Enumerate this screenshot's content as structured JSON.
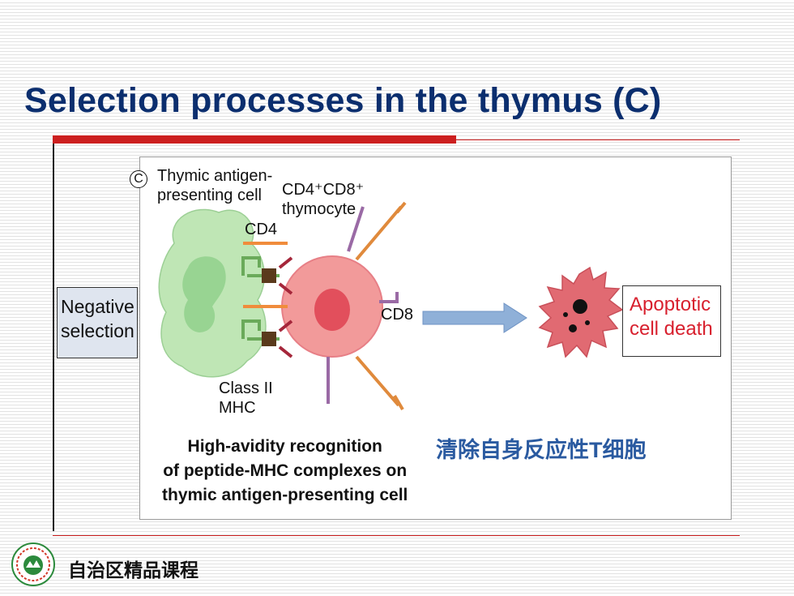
{
  "slide": {
    "title": "Selection processes in the thymus (C)",
    "footer": "自治区精品课程"
  },
  "diagram": {
    "panel_letter": "C",
    "apc_label": "Thymic antigen-\npresenting cell",
    "thymocyte_label_line1": "CD4⁺CD8⁺",
    "thymocyte_label_line2": "thymocyte",
    "cd4_label": "CD4",
    "cd8_label": "CD8",
    "mhc_label": "Class II\nMHC",
    "negative_selection_label": "Negative\nselection",
    "outcome_label": "Apoptotic\ncell death",
    "caption": "High-avidity recognition\nof peptide-MHC complexes on\nthymic antigen-presenting cell",
    "chinese_note": "清除自身反应性T细胞",
    "colors": {
      "apc": "#bfe6b5",
      "thymocyte": "#f29a9a",
      "arrow": "#8fb0d8",
      "apoptotic": "#e16a72",
      "outcome_text": "#d8202e"
    }
  }
}
